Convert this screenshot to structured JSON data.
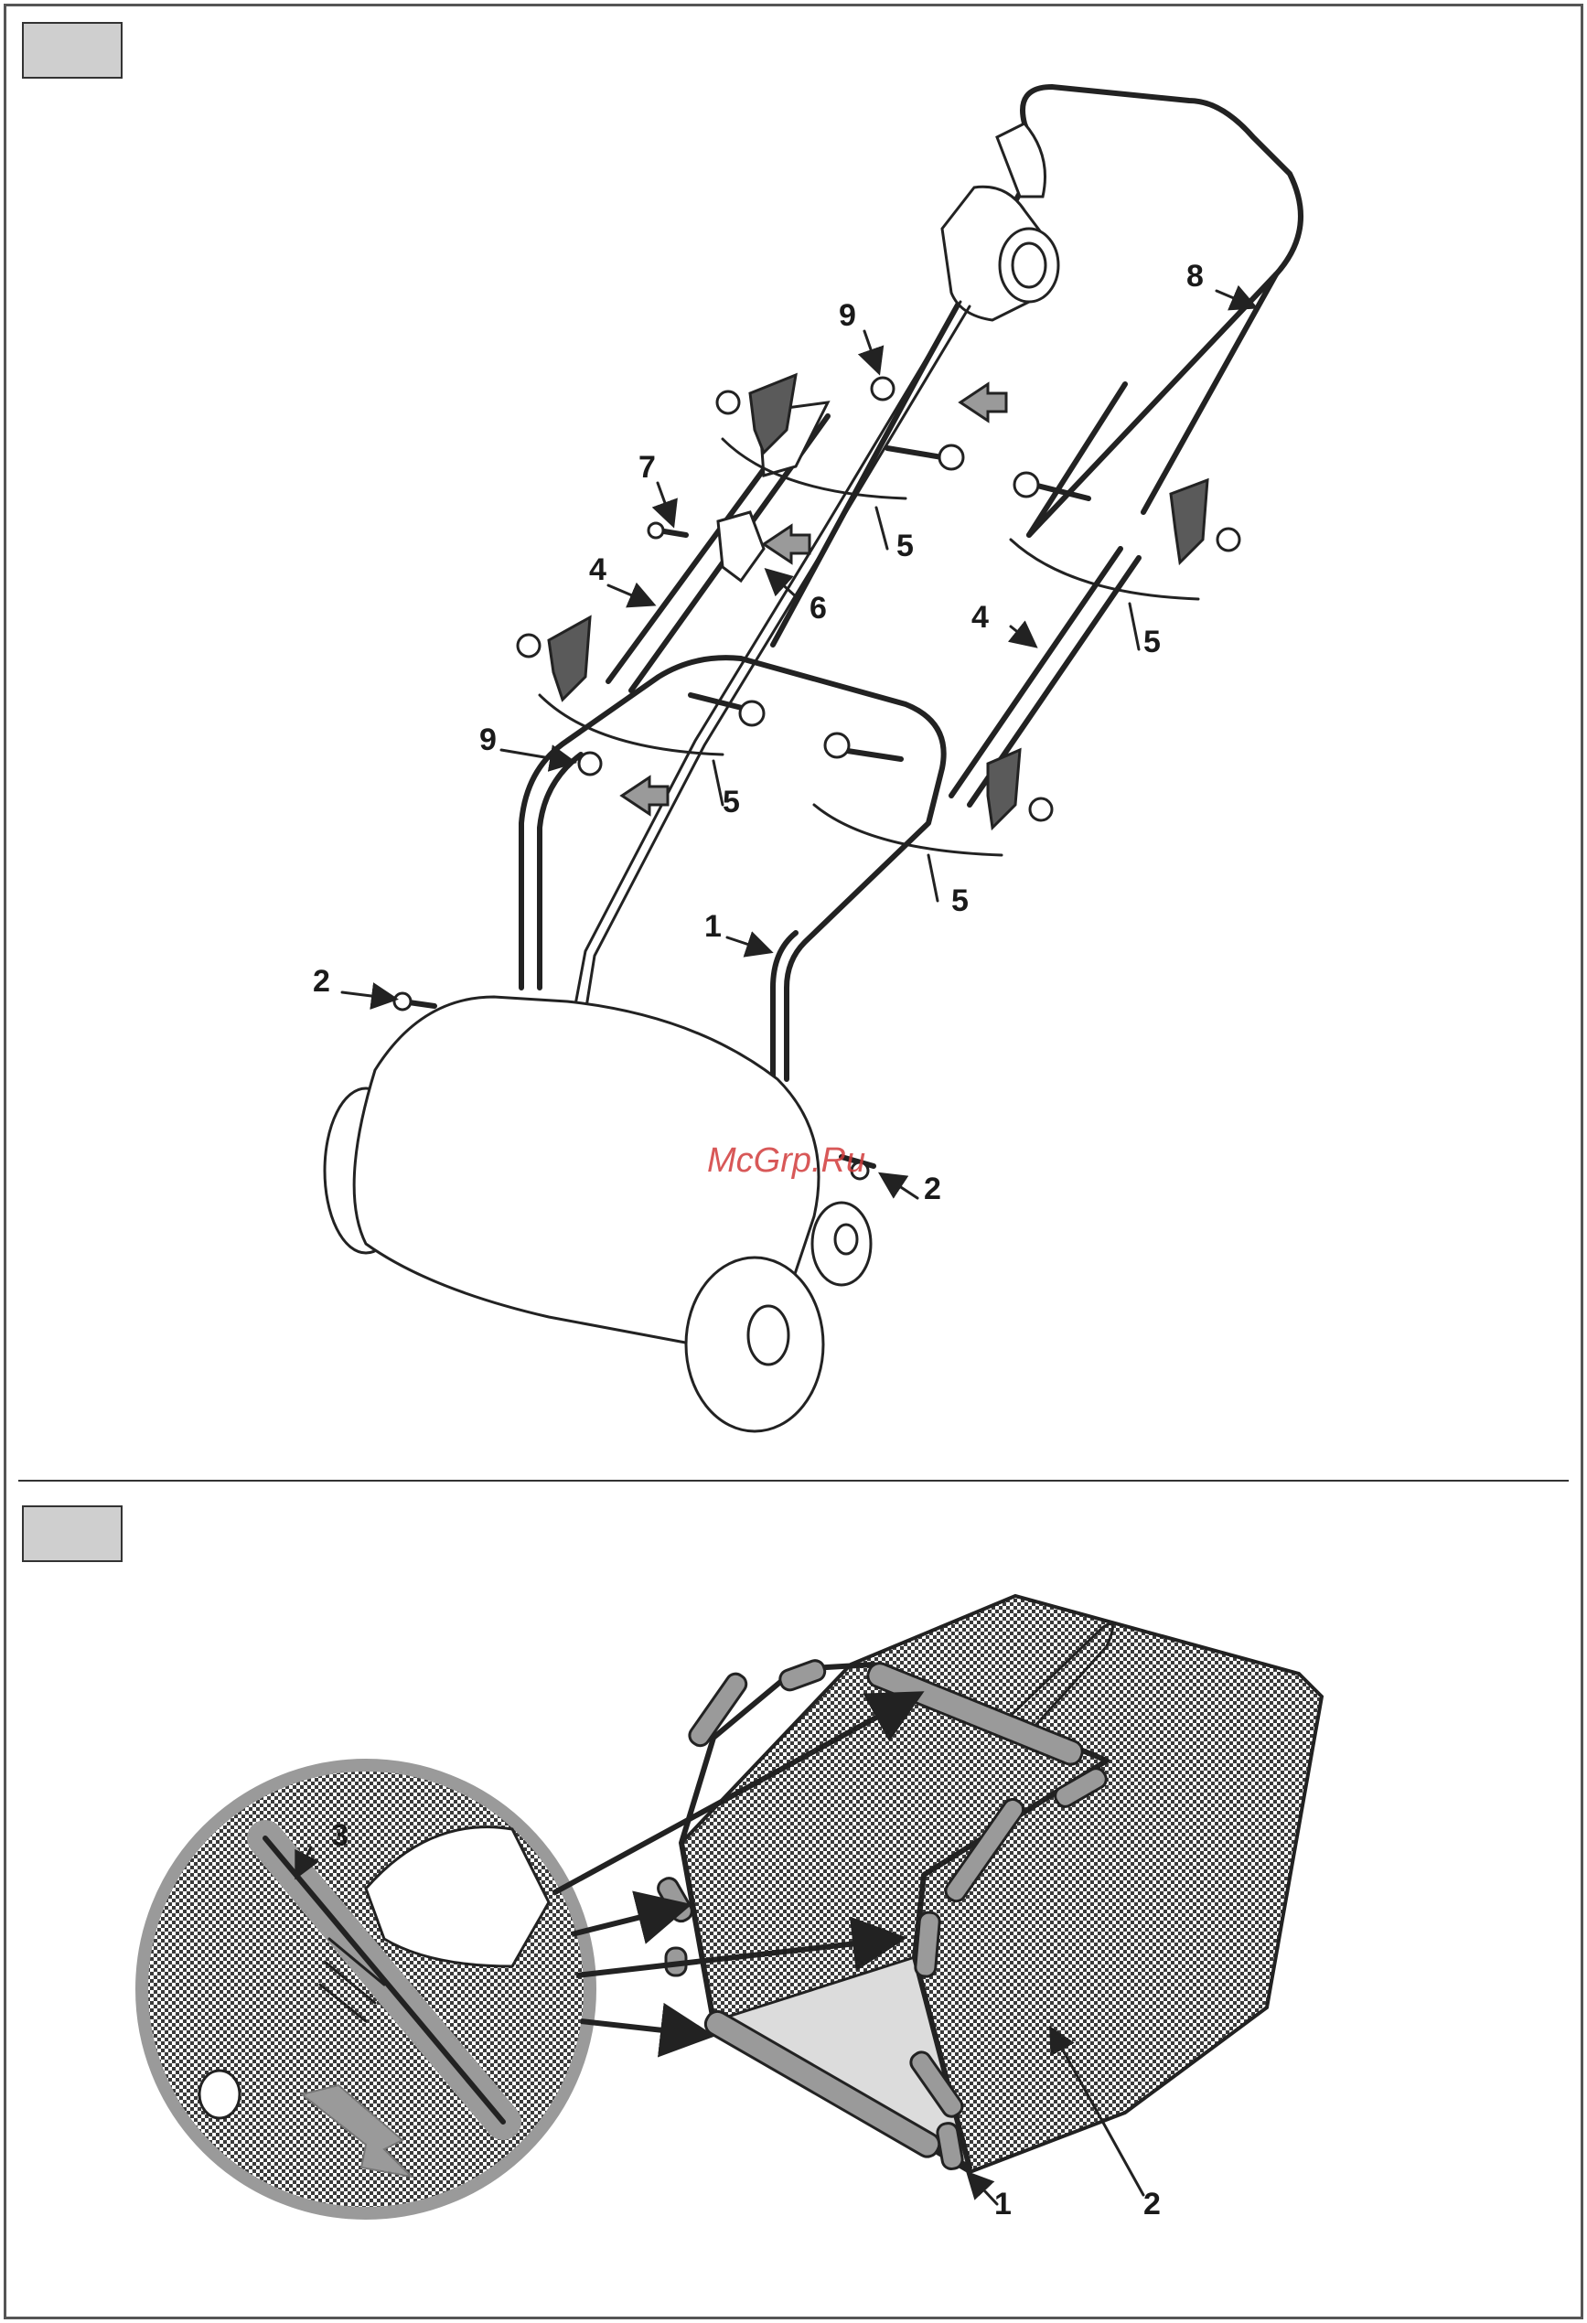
{
  "watermark": "McGrp.Ru",
  "figure_top": {
    "callouts": [
      {
        "id": "c9a",
        "text": "9"
      },
      {
        "id": "c8",
        "text": "8"
      },
      {
        "id": "c7",
        "text": "7"
      },
      {
        "id": "c5a",
        "text": "5"
      },
      {
        "id": "c4a",
        "text": "4"
      },
      {
        "id": "c6",
        "text": "6"
      },
      {
        "id": "c4b",
        "text": "4"
      },
      {
        "id": "c5b",
        "text": "5"
      },
      {
        "id": "c9b",
        "text": "9"
      },
      {
        "id": "c5c",
        "text": "5"
      },
      {
        "id": "c5d",
        "text": "5"
      },
      {
        "id": "c1",
        "text": "1"
      },
      {
        "id": "c2a",
        "text": "2"
      },
      {
        "id": "c2b",
        "text": "2"
      }
    ]
  },
  "figure_bottom": {
    "callouts": [
      {
        "id": "d3",
        "text": "3"
      },
      {
        "id": "d1",
        "text": "1"
      },
      {
        "id": "d2",
        "text": "2"
      }
    ]
  },
  "colors": {
    "frame": "#555555",
    "figure_box": "#cfcfcf",
    "arrow_grey": "#9a9a9a",
    "watermark": "#d23b3b"
  }
}
